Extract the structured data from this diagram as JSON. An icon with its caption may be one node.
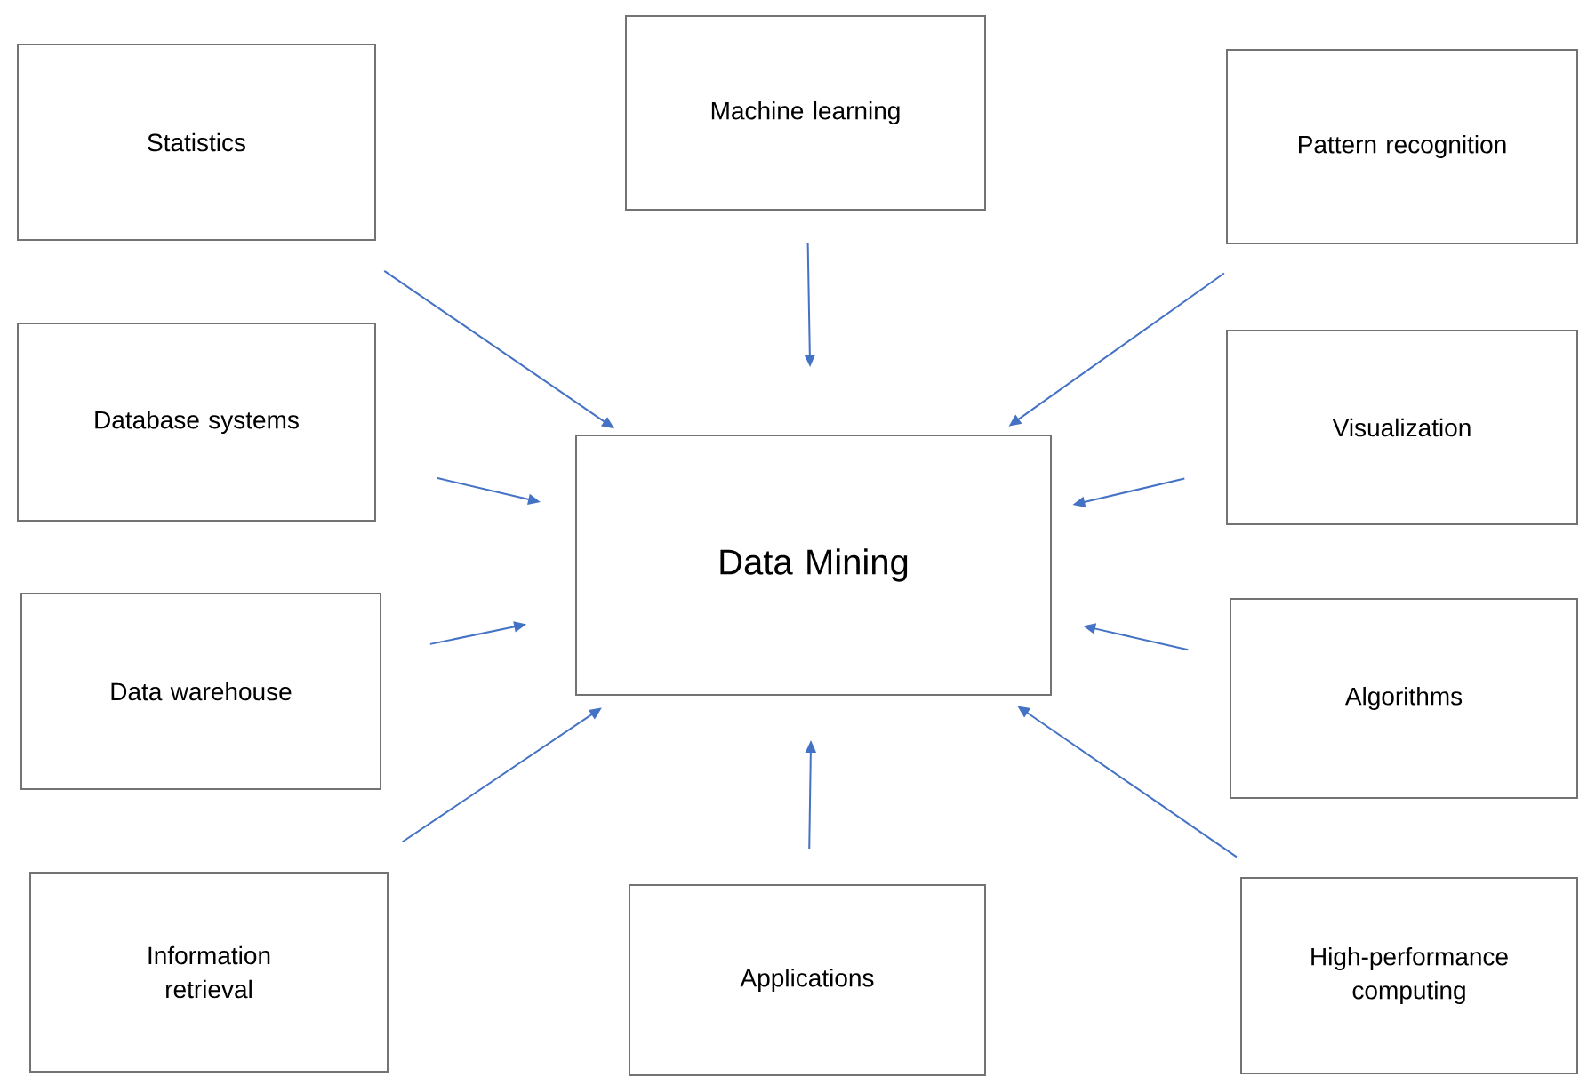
{
  "diagram": {
    "nodes": [
      {
        "text": [
          "Statistics"
        ]
      },
      {
        "text": [
          "Machine learning"
        ]
      },
      {
        "text": [
          "Pattern recognition"
        ]
      },
      {
        "text": [
          "Database systems"
        ]
      },
      {
        "text": [
          "Visualization"
        ]
      },
      {
        "text": [
          "Data Mining"
        ]
      },
      {
        "text": [
          "Data warehouse"
        ]
      },
      {
        "text": [
          "Algorithms"
        ]
      },
      {
        "text": [
          "Information retrieval"
        ]
      },
      {
        "text": [
          "Applications"
        ]
      },
      {
        "text": [
          "High-performance computing"
        ]
      }
    ],
    "edges": [
      {
        "from": 0,
        "to": 5,
        "arrow": "to"
      },
      {
        "from": 1,
        "to": 5,
        "arrow": "to"
      },
      {
        "from": 2,
        "to": 5,
        "arrow": "to"
      },
      {
        "from": 3,
        "to": 5,
        "arrow": "to"
      },
      {
        "from": 4,
        "to": 5,
        "arrow": "to"
      },
      {
        "from": 6,
        "to": 5,
        "arrow": "to"
      },
      {
        "from": 7,
        "to": 5,
        "arrow": "to"
      },
      {
        "from": 8,
        "to": 5,
        "arrow": "to"
      },
      {
        "from": 9,
        "to": 5,
        "arrow": "to"
      },
      {
        "from": 10,
        "to": 5,
        "arrow": "to"
      }
    ]
  }
}
